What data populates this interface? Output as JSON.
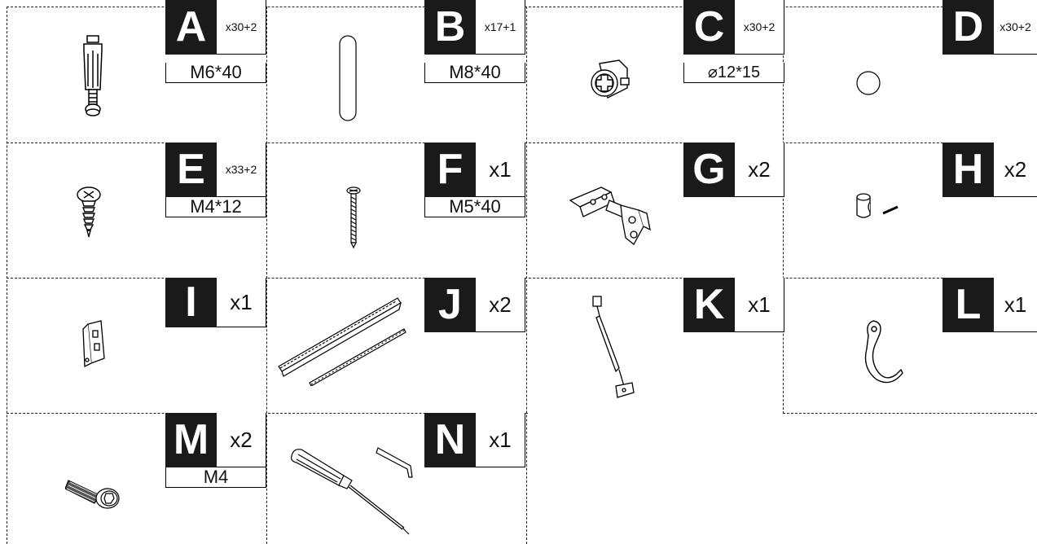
{
  "parts": [
    {
      "letter": "A",
      "qty": "x30+2",
      "size": "M6*40"
    },
    {
      "letter": "B",
      "qty": "x17+1",
      "size": "M8*40"
    },
    {
      "letter": "C",
      "qty": "x30+2",
      "size": "⌀12*15"
    },
    {
      "letter": "D",
      "qty": "x30+2",
      "size": ""
    },
    {
      "letter": "E",
      "qty": "x33+2",
      "size": "M4*12"
    },
    {
      "letter": "F",
      "qty": "x1",
      "size": "M5*40"
    },
    {
      "letter": "G",
      "qty": "x2",
      "size": ""
    },
    {
      "letter": "H",
      "qty": "x2",
      "size": ""
    },
    {
      "letter": "I",
      "qty": "x1",
      "size": ""
    },
    {
      "letter": "J",
      "qty": "x2",
      "size": ""
    },
    {
      "letter": "K",
      "qty": "x1",
      "size": ""
    },
    {
      "letter": "L",
      "qty": "x1",
      "size": ""
    },
    {
      "letter": "M",
      "qty": "x2",
      "size": "M4"
    },
    {
      "letter": "N",
      "qty": "x1",
      "size": ""
    }
  ],
  "icons": {
    "A": "cam-dowel-bolt-icon",
    "B": "wooden-dowel-icon",
    "C": "cam-lock-icon",
    "D": "cap-cover-icon",
    "E": "wood-screw-icon",
    "F": "long-screw-icon",
    "G": "hinge-icon",
    "H": "knob-icon",
    "I": "bracket-icon",
    "J": "drawer-slide-icon",
    "K": "lid-stay-icon",
    "L": "hook-icon",
    "M": "hex-bolt-icon",
    "N": "screwdriver-allen-key-icon"
  }
}
